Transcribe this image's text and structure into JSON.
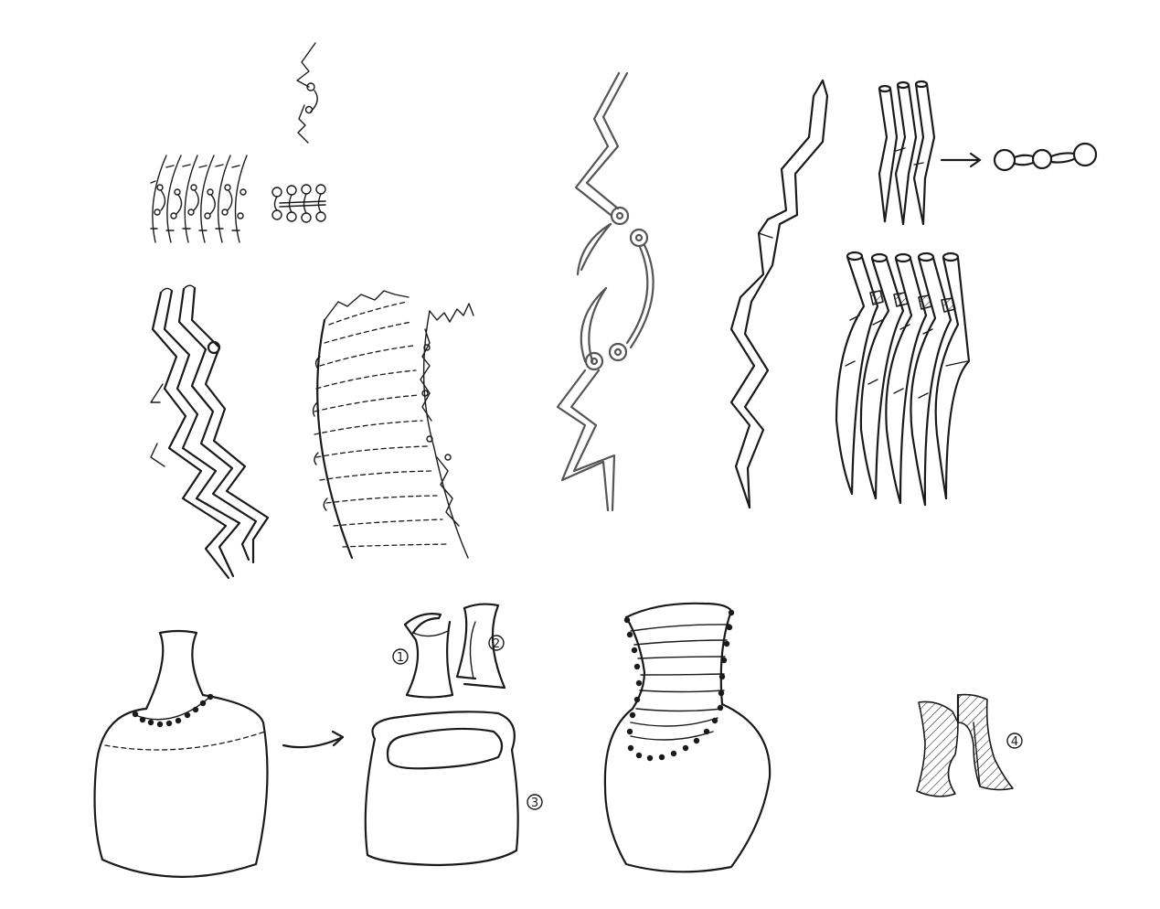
{
  "labels": {
    "piece_1": "1",
    "piece_2": "2",
    "piece_3": "3",
    "piece_4": "4"
  }
}
